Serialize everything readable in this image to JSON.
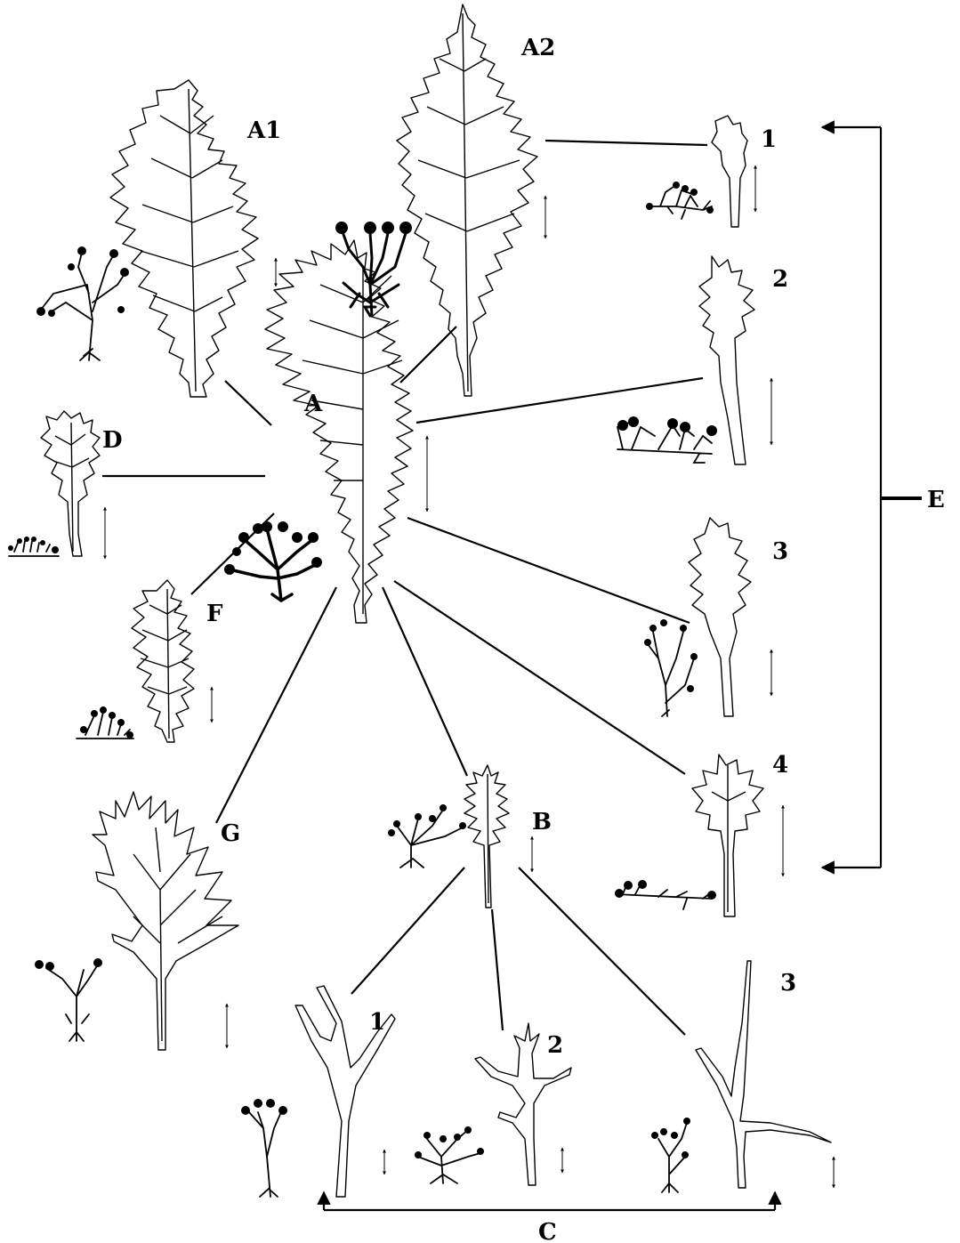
{
  "labels": {
    "A": "A",
    "A1": "A1",
    "A2": "A2",
    "B": "B",
    "C": "C",
    "D": "D",
    "E": "E",
    "F": "F",
    "G": "G",
    "E1": "1",
    "E2": "2",
    "E3": "3",
    "E4": "4",
    "C1": "1",
    "C2": "2",
    "C3": "3"
  }
}
